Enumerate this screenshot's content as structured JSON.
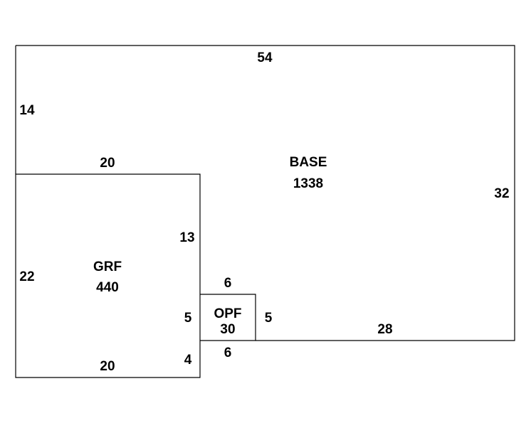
{
  "colors": {
    "line": "#000000",
    "text": "#000000",
    "background": "#ffffff"
  },
  "areas": {
    "base": {
      "name": "BASE",
      "area": "1338"
    },
    "grf": {
      "name": "GRF",
      "area": "440"
    },
    "opf": {
      "name": "OPF",
      "area": "30"
    }
  },
  "dimensions": {
    "base_top": "54",
    "base_left": "14",
    "base_right": "32",
    "base_bottom": "28",
    "grf_top": "20",
    "grf_left": "22",
    "grf_right_upper": "13",
    "grf_right_middle": "5",
    "grf_right_lower": "4",
    "grf_bottom": "20",
    "opf_top": "6",
    "opf_right": "5",
    "opf_bottom": "6"
  }
}
